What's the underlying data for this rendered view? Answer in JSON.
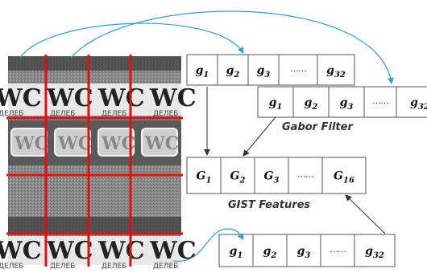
{
  "top_vector": [
    "g1",
    "g2",
    "g3",
    "……",
    "g32"
  ],
  "gabor_vector": [
    "g1",
    "g2",
    "g3",
    "……",
    "g32"
  ],
  "gist_vector": [
    "G1",
    "G2",
    "G3",
    "……",
    "G16"
  ],
  "bottom_vector": [
    "g1",
    "g2",
    "g3",
    "……",
    "g32"
  ],
  "captions": {
    "gabor": "Gabor Filter",
    "gist": "GIST Features"
  },
  "colors": {
    "grid_lines": "#e01010",
    "curve_arrows": "#2aa0e0"
  },
  "image_text": {
    "watermark": "WC",
    "sub": "ДЕЛЕБ"
  }
}
